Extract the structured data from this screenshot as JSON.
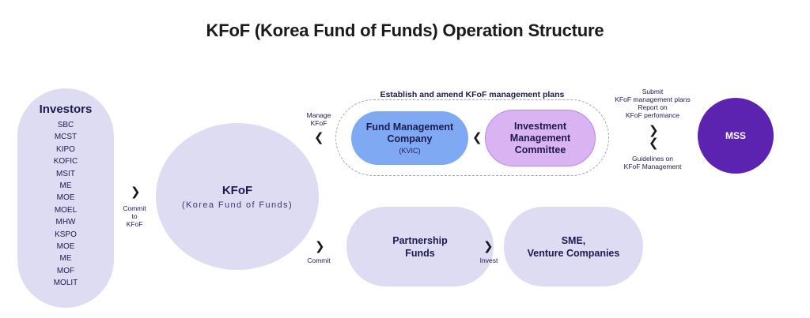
{
  "title": "KFoF (Korea Fund of Funds) Operation Structure",
  "investors": {
    "header": "Investors",
    "items": [
      "SBC",
      "MCST",
      "KIPO",
      "KOFIC",
      "MSIT",
      "ME",
      "MOE",
      "MOEL",
      "MHW",
      "KSPO",
      "MOE",
      "ME",
      "MOF",
      "MOLIT"
    ]
  },
  "kfof": {
    "title": "KFoF",
    "subtitle": "(Korea Fund of Funds)"
  },
  "plans_label": "Establish and amend KFoF management plans",
  "fund_mgmt": {
    "line1": "Fund Management",
    "line2": "Company",
    "sub": "(KVIC)"
  },
  "invest_committee": {
    "line1": "Investment",
    "line2": "Management",
    "line3": "Committee"
  },
  "mss": {
    "label": "MSS"
  },
  "partnership": {
    "line1": "Partnership",
    "line2": "Funds"
  },
  "sme": {
    "line1": "SME,",
    "line2": "Venture Companies"
  },
  "edges": {
    "commit_to_kfof": [
      "Commit",
      "to",
      "KFoF"
    ],
    "manage_kfof": [
      "Manage",
      "KFoF"
    ],
    "commit": "Commit",
    "invest": "Invest",
    "submit": [
      "Submit",
      "KFoF management plans",
      "Report on",
      "KFoF perfomance"
    ],
    "guidelines": [
      "Guidelines on",
      "KFoF Management"
    ]
  },
  "colors": {
    "lavender": "#dddcf3",
    "blue": "#7fa9f2",
    "violet": "#d9b3f2",
    "purple": "#5b23b0"
  }
}
